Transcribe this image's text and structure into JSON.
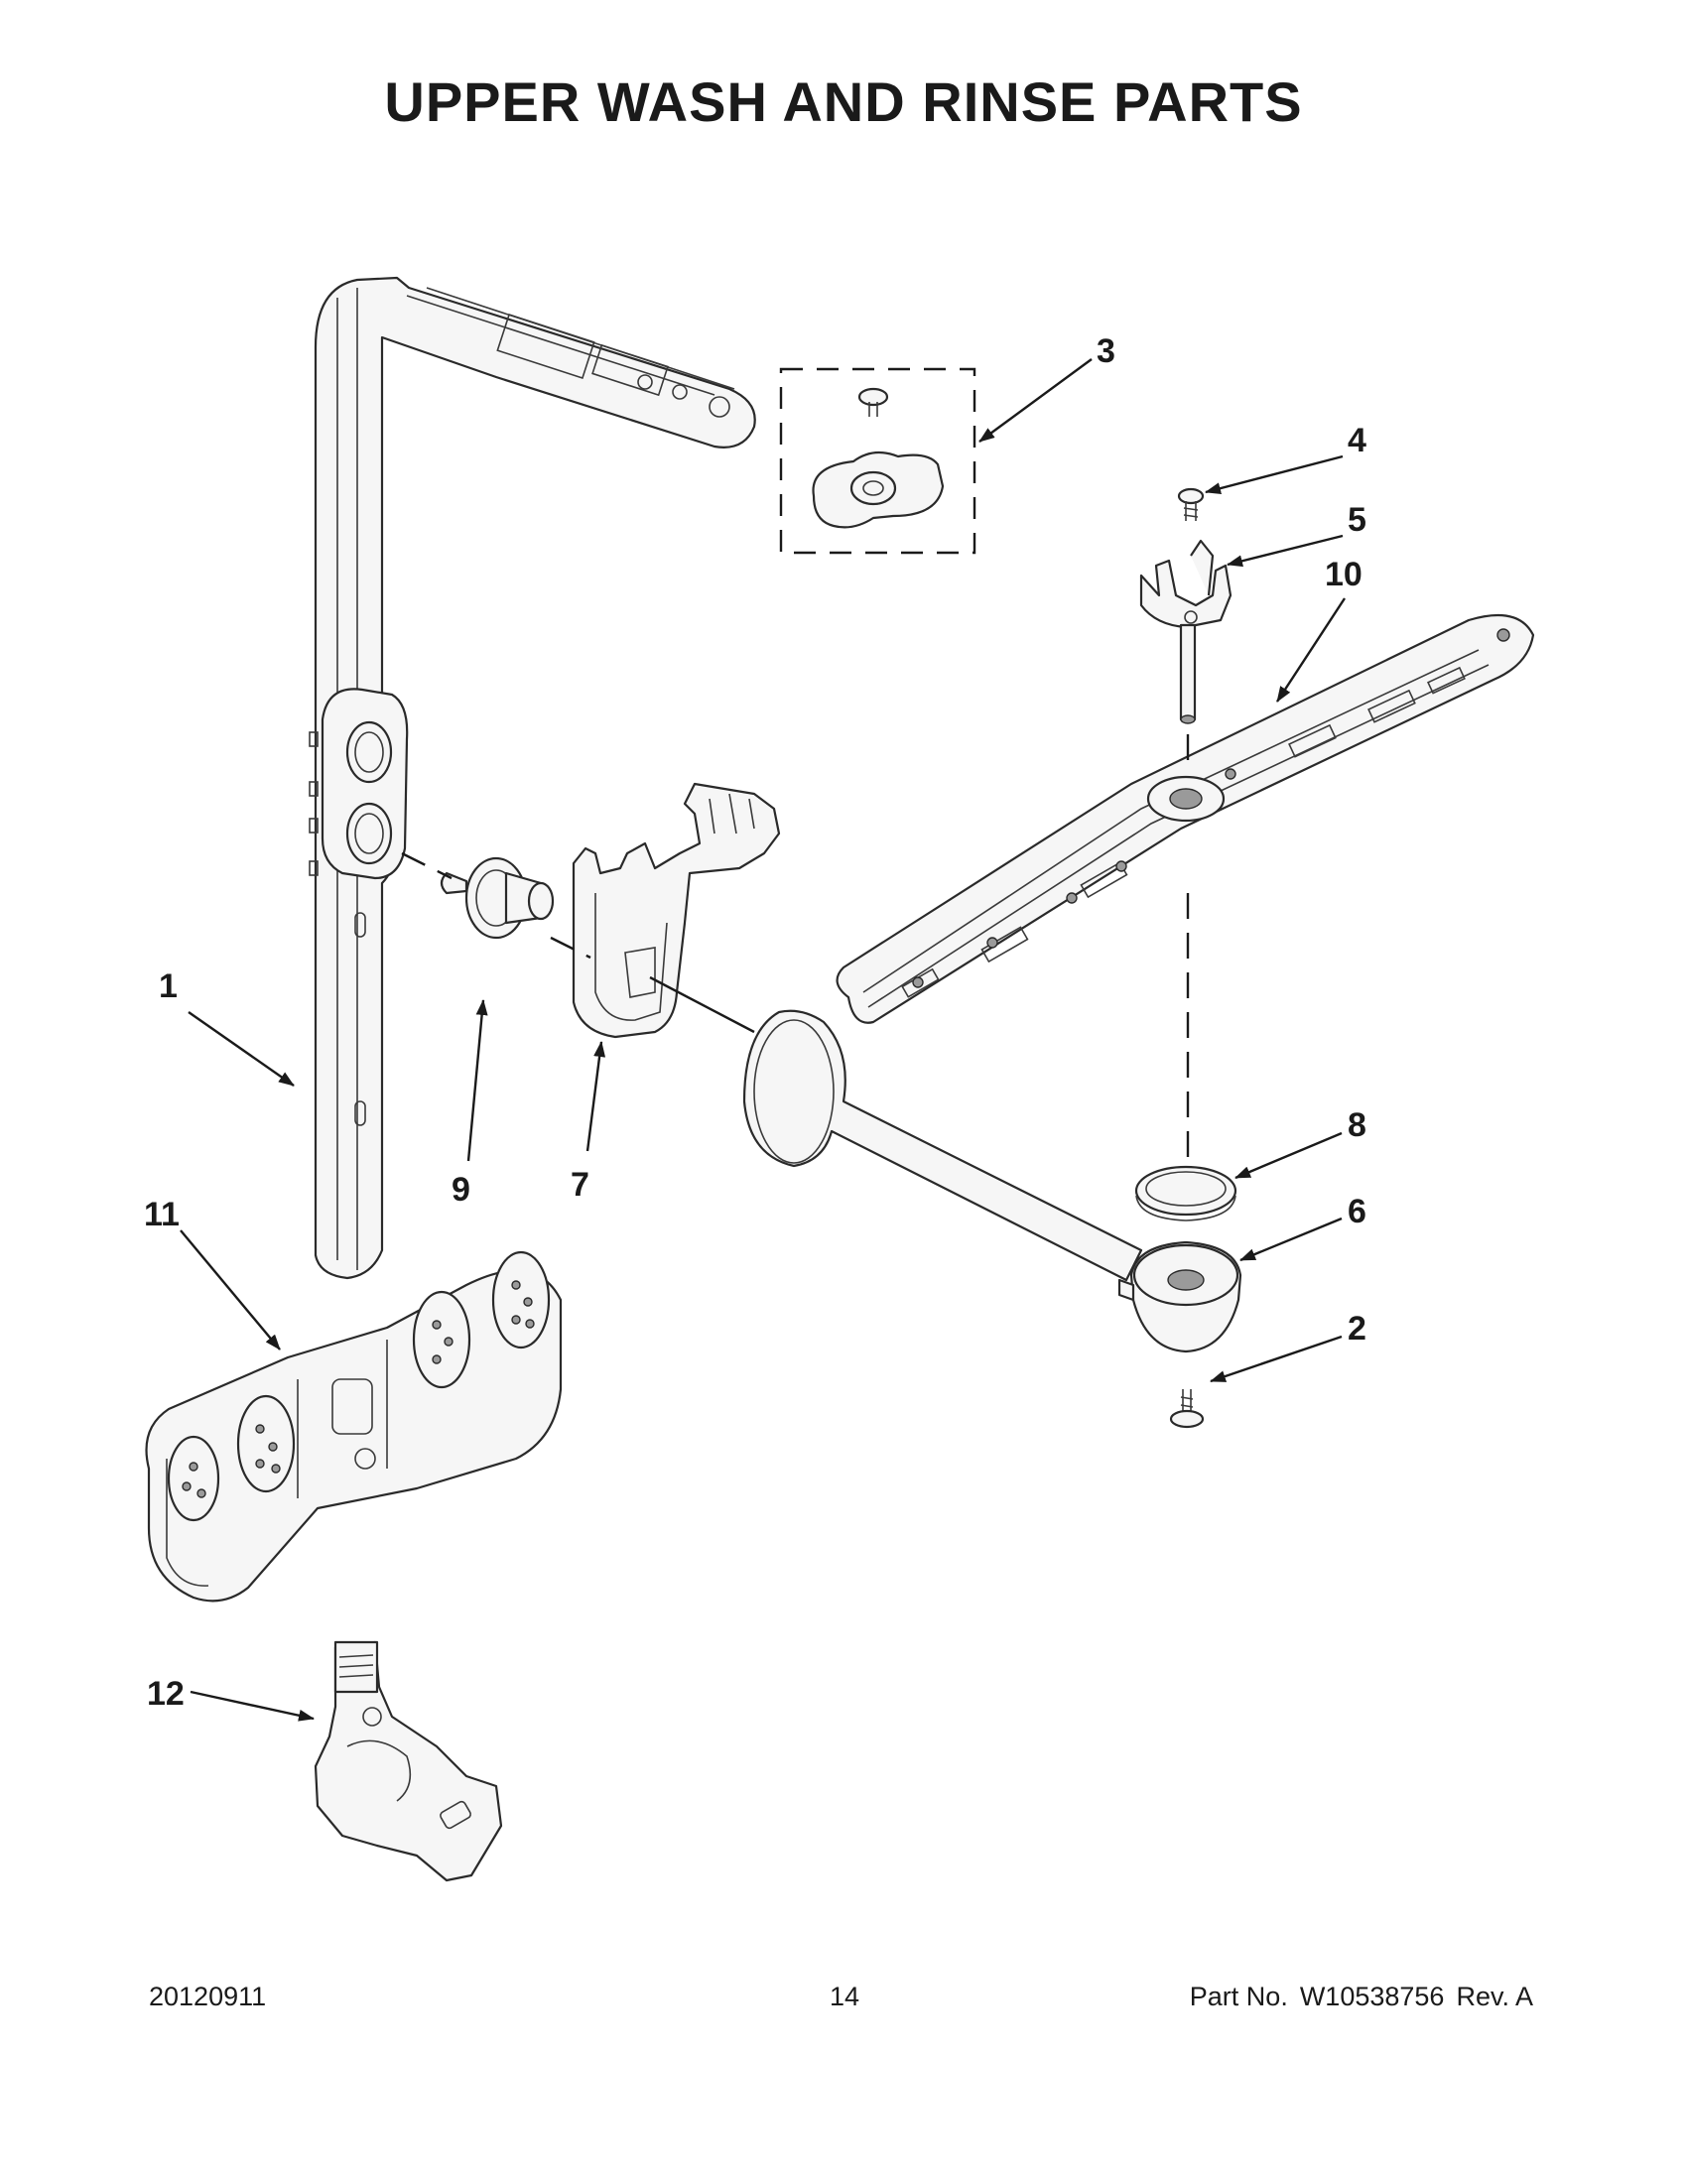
{
  "title": "UPPER WASH AND RINSE PARTS",
  "callouts": {
    "c1": "1",
    "c2": "2",
    "c3": "3",
    "c4": "4",
    "c5": "5",
    "c6": "6",
    "c7": "7",
    "c8": "8",
    "c9": "9",
    "c10": "10",
    "c11": "11",
    "c12": "12"
  },
  "footer": {
    "date_code": "20120911",
    "page_number": "14",
    "part_label": "Part No.",
    "part_number": "W10538756",
    "revision": "Rev.  A"
  }
}
